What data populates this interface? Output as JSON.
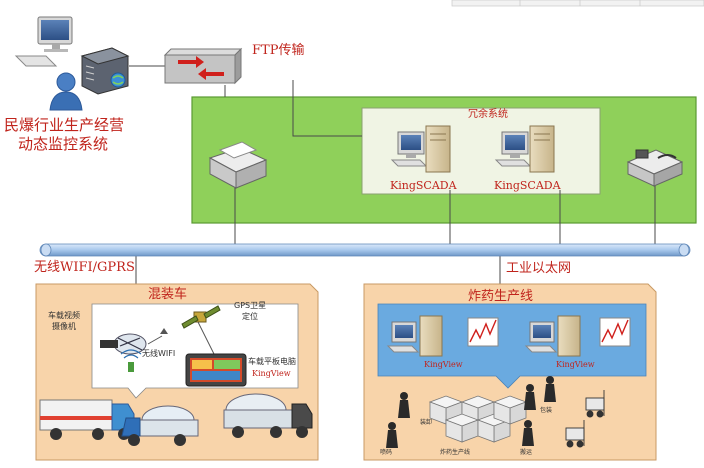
{
  "monitor": {
    "title_line1": "民爆行业生产经营",
    "title_line2": "动态监控系统"
  },
  "ftp_label": "FTP传输",
  "redundant": {
    "title": "冗余系统",
    "server_left": "KingSCADA",
    "server_right": "KingSCADA"
  },
  "network": {
    "wireless_label": "无线WIFI/GPRS",
    "ethernet_label": "工业以太网"
  },
  "mixer": {
    "title": "混装车",
    "camera_label_line1": "车载视频",
    "camera_label_line2": "摄像机",
    "gps_label_line1": "GPS卫星",
    "gps_label_line2": "定位",
    "wifi_label": "无线WIFI",
    "tablet_label_line1": "车载平板电脑",
    "tablet_label_line2": "KingView"
  },
  "factory": {
    "title": "炸药生产线",
    "kingview_left": "KingView",
    "kingview_right": "KingView",
    "workers": [
      "包装",
      "装卸",
      "喷码",
      "炸药生产线",
      "搬运"
    ]
  },
  "colors": {
    "green_panel": "#8fd05a",
    "redundant_panel": "#f0f4e4",
    "orange_panel": "#f8d4aa",
    "factory_panel": "#6aaae0",
    "bus": "#a8c8ec",
    "label_red": "#c0241c"
  }
}
